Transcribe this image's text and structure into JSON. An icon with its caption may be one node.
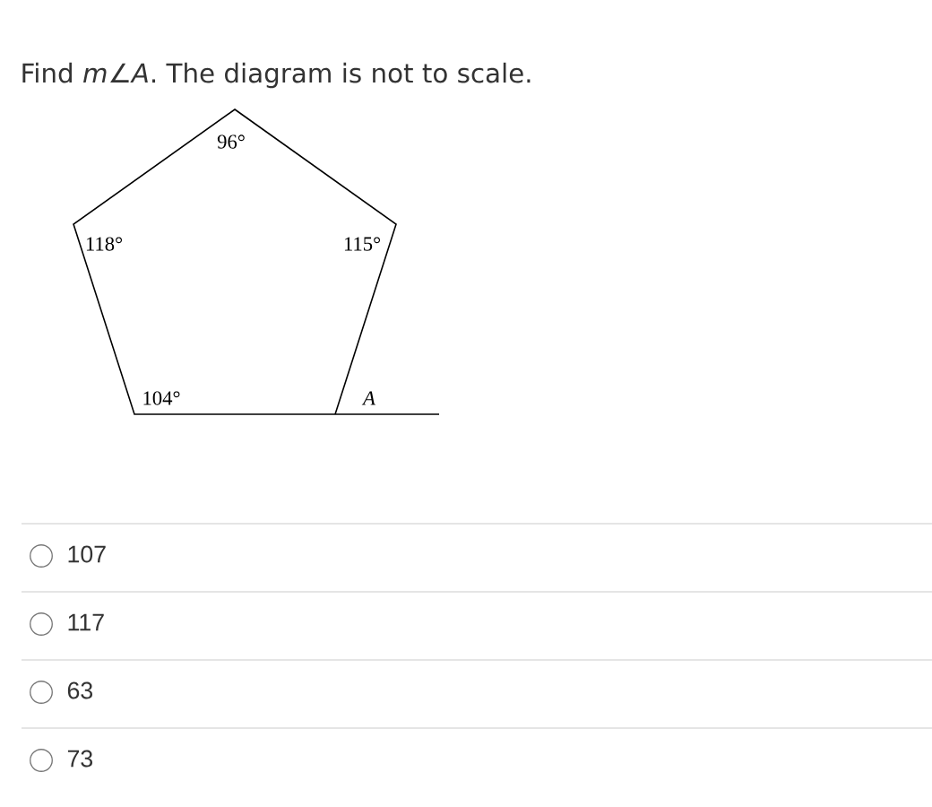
{
  "diagram": {
    "title": "Find *m*∠*A*. The diagram is not to scale.",
    "labels": [
      "96°",
      "118°",
      "115°",
      "104°",
      "*A*",
      "107",
      "117",
      "63",
      "73"
    ]
  }
}
